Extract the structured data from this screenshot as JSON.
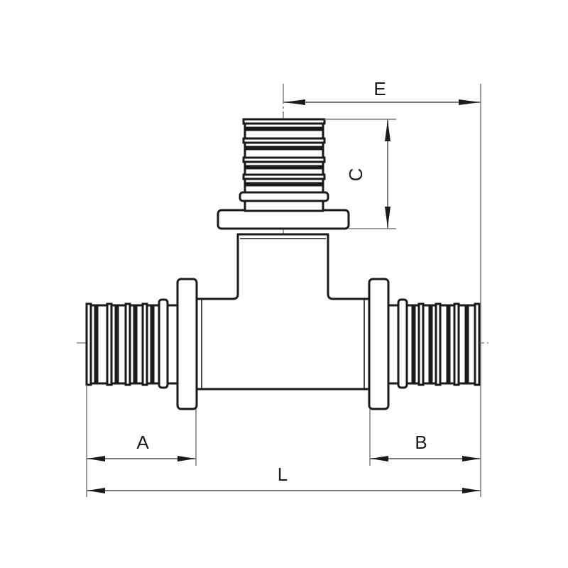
{
  "diagram": {
    "type": "technical-drawing",
    "subject": "tee fitting with three ribbed pipe connectors",
    "colors": {
      "line": "#1a1a1a",
      "dimension": "#7a7a7a",
      "centerline": "#8a8a8a",
      "background": "#ffffff"
    },
    "dimensions": {
      "A": "A",
      "B": "B",
      "C": "C",
      "E": "E",
      "L": "L"
    }
  }
}
